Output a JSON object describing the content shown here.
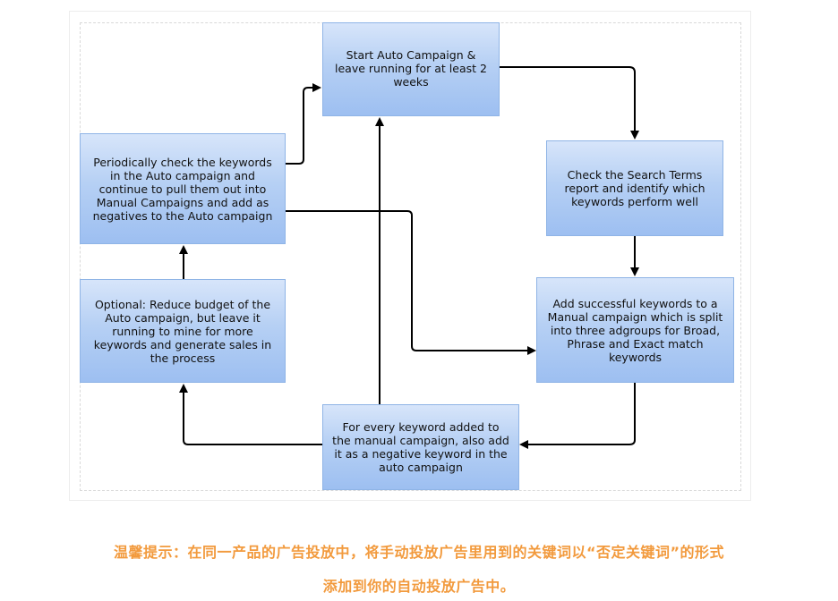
{
  "diagram": {
    "nodes": {
      "start_auto": "Start Auto Campaign & leave running for at least 2 weeks",
      "check_search_terms": "Check the Search Terms report and identify which keywords perform well",
      "add_successful": "Add successful keywords to a Manual campaign which is split into three adgroups for Broad, Phrase and Exact match keywords",
      "negative_keyword": "For every keyword added to the manual campaign, also add it as a negative keyword in the auto campaign",
      "optional_reduce": "Optional: Reduce budget of the Auto campaign, but leave it running to mine for more keywords and generate sales in the process",
      "periodically_check": "Periodically check the keywords in the Auto campaign and continue to pull them out into Manual Campaigns and add as negatives to the Auto campaign"
    }
  },
  "caption": {
    "line1": "温馨提示：在同一产品的广告投放中，将手动投放广告里用到的关键词以“否定关键词”的形式",
    "line2": "添加到你的自动投放广告中。"
  }
}
